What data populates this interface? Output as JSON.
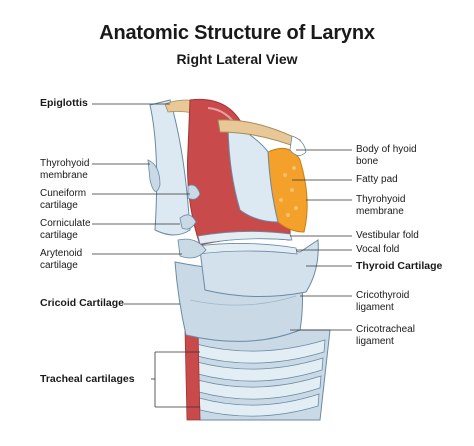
{
  "title": "Anatomic Structure of Larynx",
  "subtitle": "Right Lateral View",
  "colors": {
    "cartilage": "#c9d9e6",
    "cartilage_light": "#e3edf4",
    "cartilage_stroke": "#6a8aa3",
    "muscle": "#c94a4a",
    "muscle_dark": "#a43333",
    "fat": "#f3a12a",
    "hyoid": "#e8c896",
    "membrane": "#dde9f2"
  },
  "labels_left": {
    "epiglottis": "Epiglottis",
    "thyrohyoid_1": "Thyrohyoid",
    "thyrohyoid_2": "membrane",
    "cuneiform_1": "Cuneiform",
    "cuneiform_2": "cartilage",
    "corniculate_1": "Corniculate",
    "corniculate_2": "cartilage",
    "arytenoid_1": "Arytenoid",
    "arytenoid_2": "cartilage",
    "cricoid": "Cricoid Cartilage",
    "tracheal": "Tracheal cartilages"
  },
  "labels_right": {
    "hyoid_1": "Body of hyoid",
    "hyoid_2": "bone",
    "fatty_pad": "Fatty pad",
    "thyrohyoid_1": "Thyrohyoid",
    "thyrohyoid_2": "membrane",
    "vestibular": "Vestibular fold",
    "vocal": "Vocal fold",
    "thyroid": "Thyroid Cartilage",
    "cricothyroid_1": "Cricothyroid",
    "cricothyroid_2": "ligament",
    "cricotracheal_1": "Cricotracheal",
    "cricotracheal_2": "ligament"
  }
}
